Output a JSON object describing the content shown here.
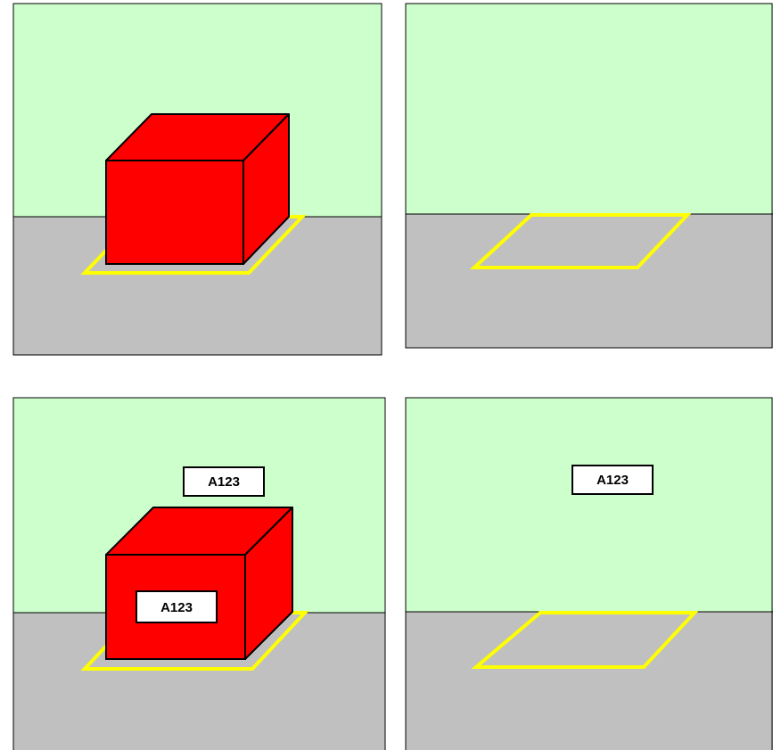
{
  "colors": {
    "sky": "#ccffcc",
    "floor": "#c0c0c0",
    "box_fill": "#ff0000",
    "outline": "#000000",
    "parking_outline": "#ffff00",
    "label_background": "#ffffff"
  },
  "panels": [
    {
      "id": "top-left",
      "has_box": true,
      "labels": []
    },
    {
      "id": "top-right",
      "has_box": false,
      "labels": []
    },
    {
      "id": "bottom-left",
      "has_box": true,
      "labels": [
        {
          "text": "A123"
        },
        {
          "text": "A123"
        }
      ]
    },
    {
      "id": "bottom-right",
      "has_box": false,
      "labels": [
        {
          "text": "A123"
        }
      ]
    }
  ]
}
